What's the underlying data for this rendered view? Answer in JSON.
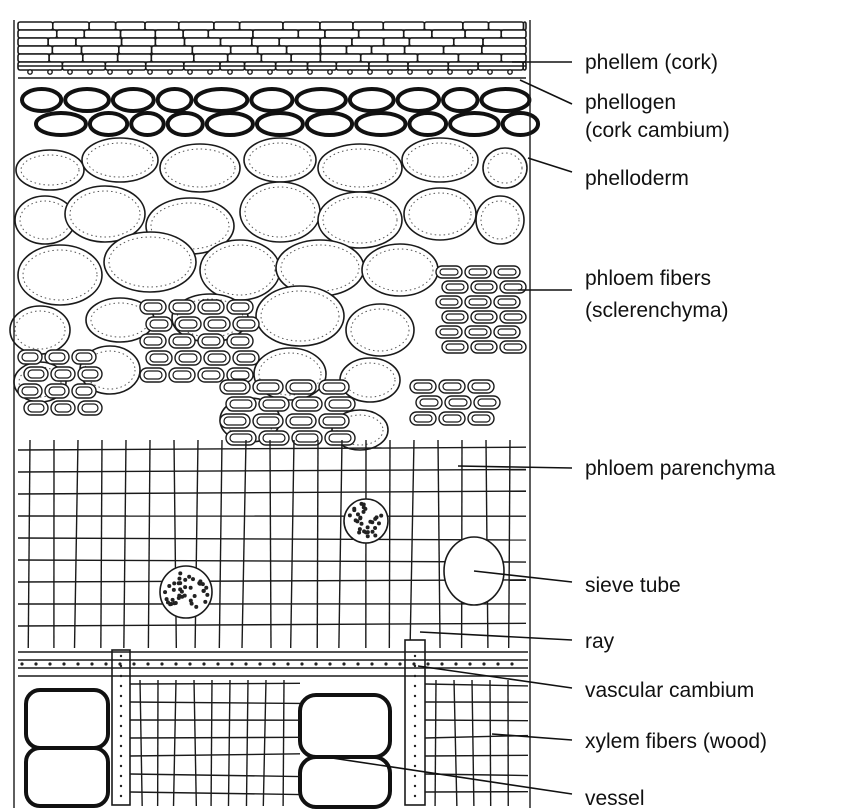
{
  "labels": [
    {
      "id": "phellem",
      "lines": [
        "phellem (cork)"
      ]
    },
    {
      "id": "phellogen",
      "lines": [
        "phellogen",
        "(cork cambium)"
      ]
    },
    {
      "id": "phelloderm",
      "lines": [
        "phelloderm"
      ]
    },
    {
      "id": "phloem-fibers",
      "lines": [
        "phloem fibers",
        "(sclerenchyma)"
      ]
    },
    {
      "id": "phloem-parenchyma",
      "lines": [
        "phloem parenchyma"
      ]
    },
    {
      "id": "sieve-tube",
      "lines": [
        "sieve tube"
      ]
    },
    {
      "id": "ray",
      "lines": [
        "ray"
      ]
    },
    {
      "id": "vascular-cambium",
      "lines": [
        "vascular cambium"
      ]
    },
    {
      "id": "xylem-fibers",
      "lines": [
        "xylem fibers (wood)"
      ]
    },
    {
      "id": "vessel",
      "lines": [
        "vessel"
      ]
    }
  ]
}
